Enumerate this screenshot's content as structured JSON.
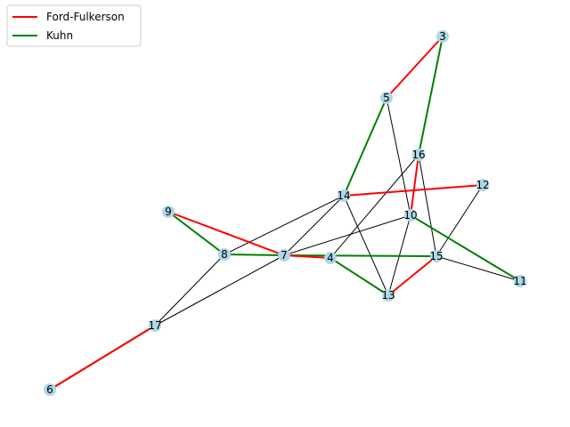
{
  "legend": {
    "entries": [
      {
        "label": "Ford-Fulkerson",
        "color": "#ff0000"
      },
      {
        "label": "Kuhn",
        "color": "#008000"
      }
    ]
  },
  "colors": {
    "node_fill": "#add8e6",
    "edge_plain": "#000000"
  },
  "graph": {
    "nodes": [
      "3",
      "5",
      "16",
      "12",
      "14",
      "9",
      "10",
      "8",
      "7",
      "4",
      "15",
      "11",
      "13",
      "17",
      "6"
    ],
    "edges": [
      {
        "from": "5",
        "to": "10",
        "kind": "plain"
      },
      {
        "from": "16",
        "to": "4",
        "kind": "plain"
      },
      {
        "from": "16",
        "to": "15",
        "kind": "plain"
      },
      {
        "from": "12",
        "to": "15",
        "kind": "plain"
      },
      {
        "from": "14",
        "to": "8",
        "kind": "plain"
      },
      {
        "from": "14",
        "to": "7",
        "kind": "plain"
      },
      {
        "from": "14",
        "to": "13",
        "kind": "plain"
      },
      {
        "from": "10",
        "to": "7",
        "kind": "plain"
      },
      {
        "from": "10",
        "to": "13",
        "kind": "plain"
      },
      {
        "from": "8",
        "to": "17",
        "kind": "plain"
      },
      {
        "from": "7",
        "to": "17",
        "kind": "plain"
      },
      {
        "from": "15",
        "to": "11",
        "kind": "plain"
      },
      {
        "from": "3",
        "to": "16",
        "kind": "kuhn"
      },
      {
        "from": "5",
        "to": "14",
        "kind": "kuhn"
      },
      {
        "from": "9",
        "to": "8",
        "kind": "kuhn"
      },
      {
        "from": "8",
        "to": "7",
        "kind": "kuhn"
      },
      {
        "from": "7",
        "to": "15",
        "kind": "kuhn"
      },
      {
        "from": "4",
        "to": "13",
        "kind": "kuhn"
      },
      {
        "from": "10",
        "to": "11",
        "kind": "kuhn"
      },
      {
        "from": "17",
        "to": "6",
        "kind": "kuhn"
      },
      {
        "from": "3",
        "to": "5",
        "kind": "ford"
      },
      {
        "from": "16",
        "to": "10",
        "kind": "ford"
      },
      {
        "from": "14",
        "to": "12",
        "kind": "ford"
      },
      {
        "from": "9",
        "to": "7",
        "kind": "ford"
      },
      {
        "from": "7",
        "to": "4",
        "kind": "ford"
      },
      {
        "from": "13",
        "to": "15",
        "kind": "ford"
      },
      {
        "from": "17",
        "to": "6",
        "kind": "ford"
      }
    ]
  }
}
